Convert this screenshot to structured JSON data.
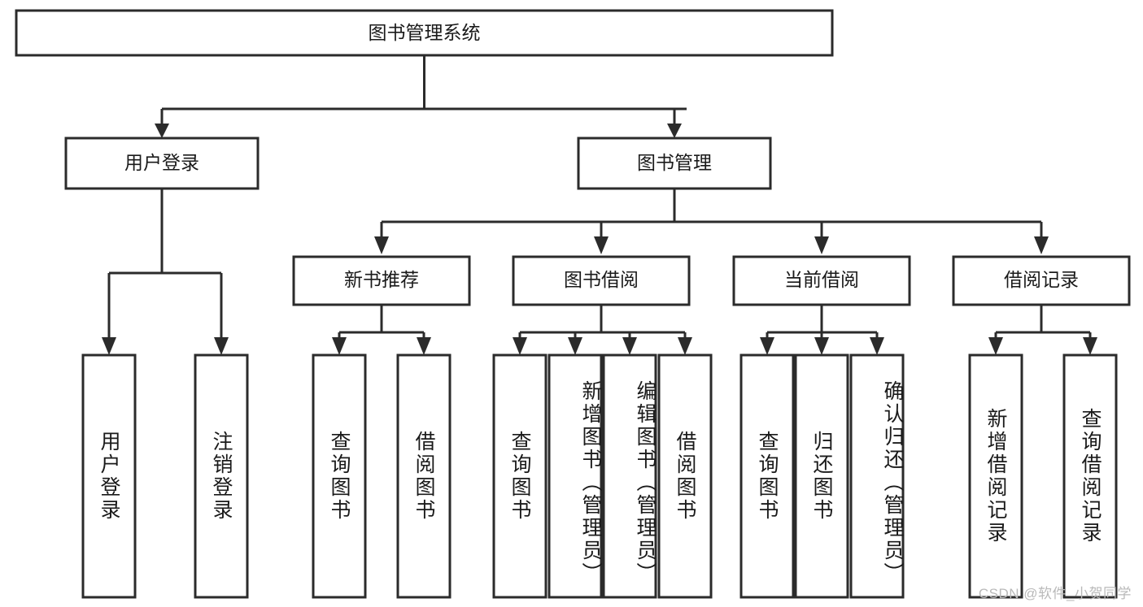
{
  "diagram": {
    "title": "图书管理系统",
    "type": "tree-hierarchy-chart",
    "root": {
      "id": "root",
      "label": "图书管理系统",
      "orientation": "horizontal"
    },
    "level2": [
      {
        "id": "user-login",
        "label": "用户登录",
        "orientation": "horizontal"
      },
      {
        "id": "book-management",
        "label": "图书管理",
        "orientation": "horizontal"
      }
    ],
    "level3": [
      {
        "id": "new-book-recommend",
        "label": "新书推荐",
        "orientation": "horizontal"
      },
      {
        "id": "book-borrow",
        "label": "图书借阅",
        "orientation": "horizontal"
      },
      {
        "id": "current-borrow",
        "label": "当前借阅",
        "orientation": "horizontal"
      },
      {
        "id": "borrow-record",
        "label": "借阅记录",
        "orientation": "horizontal"
      }
    ],
    "leaves": [
      {
        "id": "leaf-user-login",
        "label": "用户登录",
        "parent": "user-login",
        "orientation": "vertical"
      },
      {
        "id": "leaf-logout-login",
        "label": "注销登录",
        "parent": "user-login",
        "orientation": "vertical"
      },
      {
        "id": "leaf-query-book-1",
        "label": "查询图书",
        "parent": "new-book-recommend",
        "orientation": "vertical"
      },
      {
        "id": "leaf-borrow-book-1",
        "label": "借阅图书",
        "parent": "new-book-recommend",
        "orientation": "vertical"
      },
      {
        "id": "leaf-query-book-2",
        "label": "查询图书",
        "parent": "book-borrow",
        "orientation": "vertical"
      },
      {
        "id": "leaf-add-book",
        "label": "新增图书（管理员）",
        "parent": "book-borrow",
        "orientation": "vertical"
      },
      {
        "id": "leaf-edit-book",
        "label": "编辑图书（管理员）",
        "parent": "book-borrow",
        "orientation": "vertical"
      },
      {
        "id": "leaf-borrow-book-2",
        "label": "借阅图书",
        "parent": "book-borrow",
        "orientation": "vertical"
      },
      {
        "id": "leaf-query-book-3",
        "label": "查询图书",
        "parent": "current-borrow",
        "orientation": "vertical"
      },
      {
        "id": "leaf-return-book",
        "label": "归还图书",
        "parent": "current-borrow",
        "orientation": "vertical"
      },
      {
        "id": "leaf-confirm-return",
        "label": "确认归还（管理员）",
        "parent": "current-borrow",
        "orientation": "vertical"
      },
      {
        "id": "leaf-add-record",
        "label": "新增借阅记录",
        "parent": "borrow-record",
        "orientation": "vertical"
      },
      {
        "id": "leaf-query-record",
        "label": "查询借阅记录",
        "parent": "borrow-record",
        "orientation": "vertical"
      }
    ],
    "colors": {
      "box_fill": "#ffffff",
      "box_stroke": "#2b2b2b",
      "text": "#1a1a1a",
      "background": "#ffffff",
      "watermark": "#b9b9b9"
    }
  },
  "watermark": {
    "text": "CSDN @软件_小贺同学"
  }
}
